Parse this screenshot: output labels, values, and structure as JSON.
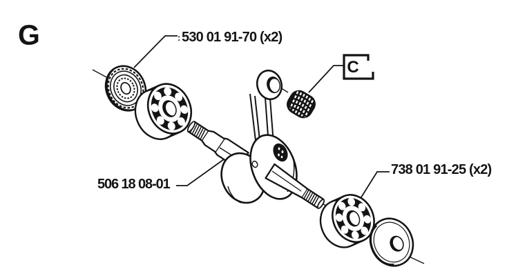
{
  "diagram": {
    "type": "exploded-parts-diagram",
    "section_letter": "G",
    "labels": {
      "seal_left": {
        "text": "530 01 91-70 (x2)",
        "mark": ":"
      },
      "needle_ref": {
        "text": "C"
      },
      "crankshaft": {
        "text": "506 18 08-01"
      },
      "bearing_right": {
        "text": "738 01 91-25 (x2)"
      }
    },
    "colors": {
      "line": "#141414",
      "background": "#ffffff"
    }
  }
}
